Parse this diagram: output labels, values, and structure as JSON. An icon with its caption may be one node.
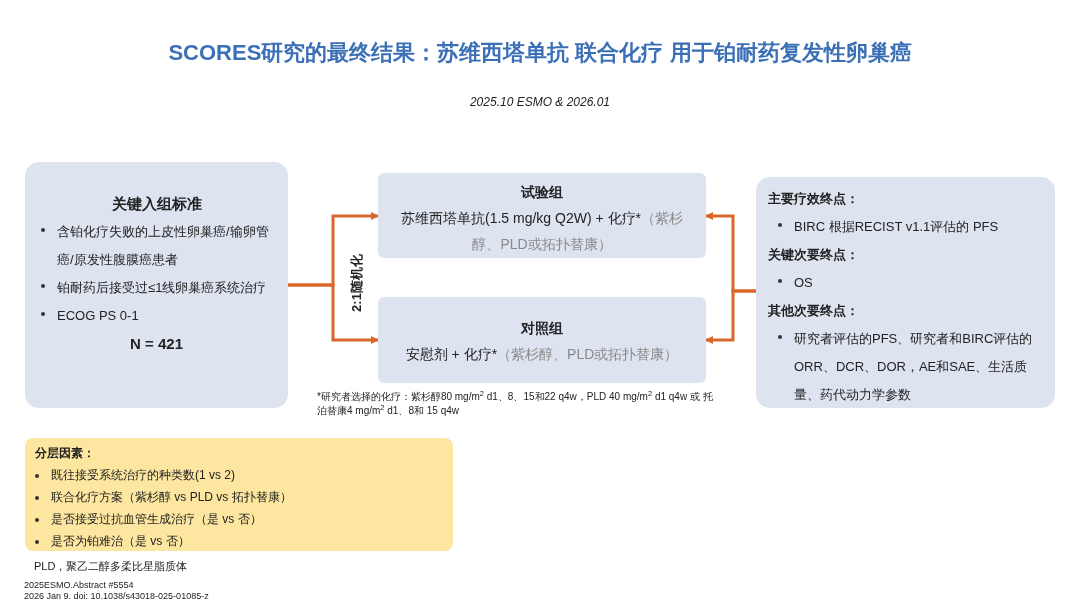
{
  "diagram": {
    "title": "SCORES研究的最终结果：苏维西塔单抗 联合化疗 用于铂耐药复发性卵巢癌",
    "caption": "2025.10 ESMO & 2026.01",
    "nodes": [
      {
        "text": [
          "关键入组标准",
          "含铂化疗失败的上皮性卵巢癌/输卵管癌/原发性腹膜癌患者",
          "铂耐药后接受过≤1线卵巢癌系统治疗",
          "ECOG PS 0-1",
          "N = 421"
        ]
      },
      {
        "text": [
          "试验组",
          "苏维西塔单抗(1.5 mg/kg Q2W) + 化疗*",
          "（紫杉醇、PLD或拓扑替康）"
        ]
      },
      {
        "text": [
          "对照组",
          "安慰剂 + 化疗*",
          "（紫杉醇、PLD或拓扑替康）"
        ]
      },
      {
        "text": [
          "主要疗效终点：",
          "BIRC 根据RECIST v1.1评估的 PFS",
          "关键次要终点：",
          "OS",
          "其他次要终点：",
          "研究者评估的PFS、研究者和BIRC评估的ORR、DCR、DOR，AE和SAE、生活质量、药代动力学参数"
        ]
      },
      {
        "text": [
          "分层因素：",
          "既往接受系统治疗的种类数(1 vs 2)",
          "联合化疗方案（紫杉醇 vs PLD vs 拓扑替康）",
          "是否接受过抗血管生成治疗（是 vs 否）",
          "是否为铂难治（是 vs 否）"
        ]
      }
    ],
    "edges": [
      {
        "from": 0,
        "to": 1,
        "arrow": "to",
        "label": "2:1随机化"
      },
      {
        "from": 0,
        "to": 2,
        "arrow": "to"
      },
      {
        "from": 3,
        "to": 1,
        "arrow": "to"
      },
      {
        "from": 3,
        "to": 2,
        "arrow": "to"
      }
    ],
    "labels": [
      "*研究者选择的化疗：紫杉醇80 mg/m$^{2}$ d1、8、15和22 q4w，PLD 40 mg/m$^{2}$ d1 q4w 或 托泊替康4 mg/m$^{2}$ d1、8和 15 q4w",
      "PLD，聚乙二醇多柔比星脂质体",
      "2025ESMO.Abstract #5554",
      "2026 Jan 9. doi: 10.1038/s43018-025-01085-z"
    ]
  }
}
